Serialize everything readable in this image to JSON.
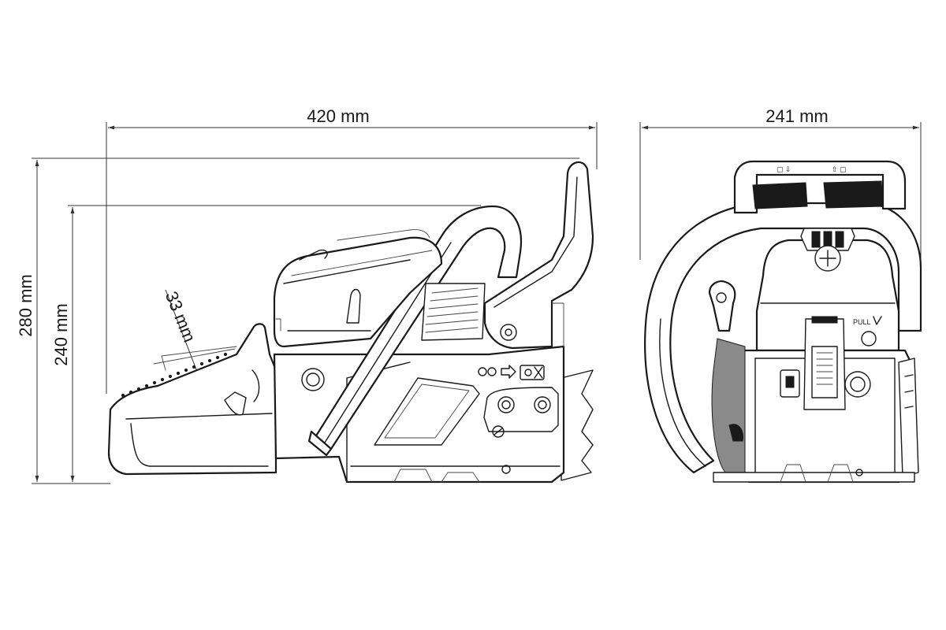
{
  "dimensions": {
    "side_length": "420 mm",
    "front_width": "241 mm",
    "total_height": "280 mm",
    "body_height": "240 mm",
    "handle_diameter": "33 mm"
  },
  "labels": {
    "pull": "PULL"
  }
}
